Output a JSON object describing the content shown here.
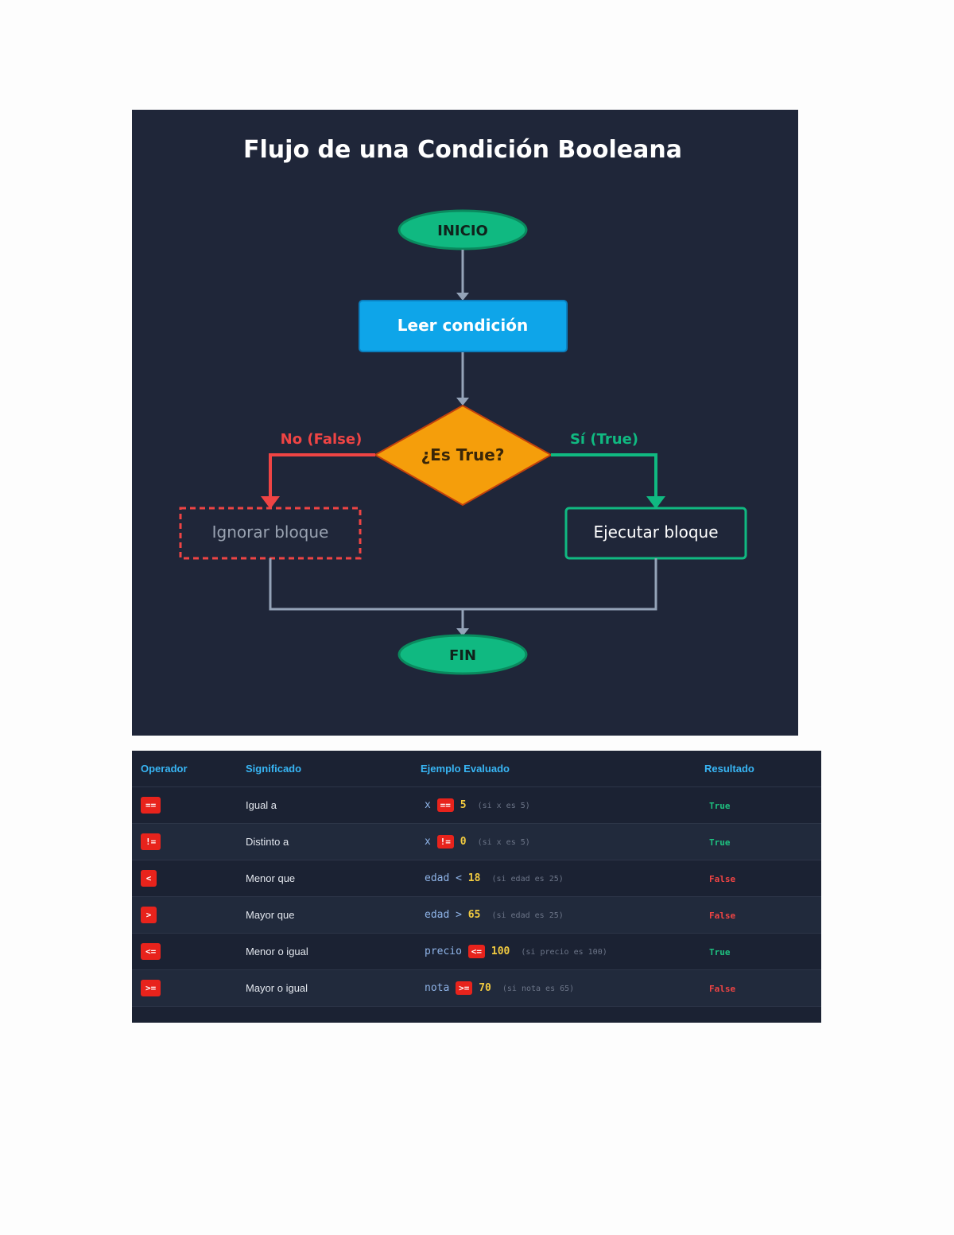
{
  "diagram": {
    "title": "Flujo de una Condición Booleana",
    "start": "INICIO",
    "read": "Leer condición",
    "decision": "¿Es True?",
    "no_label": "No (False)",
    "yes_label": "Sí (True)",
    "ignore": "Ignorar bloque",
    "execute": "Ejecutar bloque",
    "end": "FIN",
    "colors": {
      "background": "#1f2639",
      "terminal": "#10b981",
      "process": "#0ea5e9",
      "decision": "#f59e0b",
      "false": "#ef4444",
      "true": "#10b981",
      "arrow": "#94a3b8"
    }
  },
  "table": {
    "headers": [
      "Operador",
      "Significado",
      "Ejemplo Evaluado",
      "Resultado"
    ],
    "rows": [
      {
        "op": "==",
        "meaning": "Igual a",
        "var": "x",
        "value": "5",
        "op_style": "badge",
        "note": "(si x es 5)",
        "result": "True"
      },
      {
        "op": "!=",
        "meaning": "Distinto a",
        "var": "x",
        "value": "0",
        "op_style": "badge",
        "note": "(si x es 5)",
        "result": "True"
      },
      {
        "op": "<",
        "meaning": "Menor que",
        "var": "edad",
        "value": "18",
        "op_style": "plain",
        "note": "(si edad es 25)",
        "result": "False"
      },
      {
        "op": ">",
        "meaning": "Mayor que",
        "var": "edad",
        "value": "65",
        "op_style": "plain",
        "note": "(si edad es 25)",
        "result": "False"
      },
      {
        "op": "<=",
        "meaning": "Menor o igual",
        "var": "precio",
        "value": "100",
        "op_style": "badge",
        "note": "(si precio es 100)",
        "result": "True"
      },
      {
        "op": ">=",
        "meaning": "Mayor o igual",
        "var": "nota",
        "value": "70",
        "op_style": "badge",
        "note": "(si nota es 65)",
        "result": "False"
      }
    ]
  }
}
